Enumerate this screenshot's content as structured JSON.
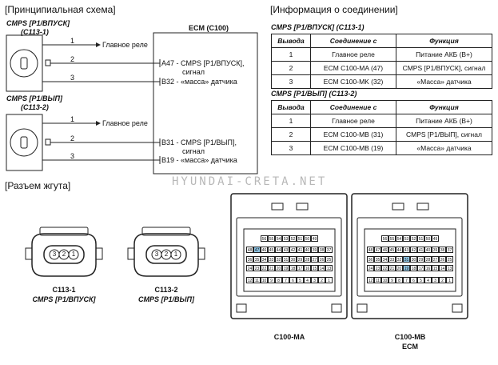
{
  "sections": {
    "schematic": "[Принципиальная схема]",
    "connection_info": "[Информация о соединении]",
    "harness": "[Разъем жгута]"
  },
  "sensors": [
    {
      "name_line1": "CMPS [P1/ВПУСК]",
      "name_line2": "(C113-1)",
      "pins": [
        "1",
        "2",
        "3"
      ],
      "pin1_label": "Главное реле"
    },
    {
      "name_line1": "CMPS [P1/ВЫП]",
      "name_line2": "(C113-2)",
      "pins": [
        "1",
        "2",
        "3"
      ],
      "pin1_label": "Главное реле"
    }
  ],
  "ecm": {
    "title": "ECM (C100)",
    "lines": [
      {
        "pin": "A47",
        "line1": "- CMPS [P1/ВПУСК],",
        "line2": "сигнал"
      },
      {
        "pin": "B32",
        "line1": "- «масса» датчика",
        "line2": ""
      },
      {
        "pin": "B31",
        "line1": "- CMPS [P1/ВЫП],",
        "line2": "сигнал"
      },
      {
        "pin": "B19",
        "line1": "- «масса» датчика",
        "line2": ""
      }
    ]
  },
  "tables": [
    {
      "title": "CMPS [P1/ВПУСК] (C113-1)",
      "headers": [
        "Вывода",
        "Соединение с",
        "Функция"
      ],
      "rows": [
        [
          "1",
          "Главное реле",
          "Питание АКБ (B+)"
        ],
        [
          "2",
          "ECM C100-MA (47)",
          "CMPS [P1/ВПУСК], сигнал"
        ],
        [
          "3",
          "ECM C100-MK (32)",
          "«Масса» датчика"
        ]
      ]
    },
    {
      "title": "CMPS [P1/ВЫП] (C113-2)",
      "headers": [
        "Вывода",
        "Соединение с",
        "Функция"
      ],
      "rows": [
        [
          "1",
          "Главное реле",
          "Питание АКБ (B+)"
        ],
        [
          "2",
          "ECM C100-MB (31)",
          "CMPS [P1/ВЫП], сигнал"
        ],
        [
          "3",
          "ECM C100-MB (19)",
          "«Масса» датчика"
        ]
      ]
    }
  ],
  "watermark": "HYUNDAI-CRETA.NET",
  "harness_connectors": [
    {
      "id": "C113-1",
      "name": "CMPS [P1/ВПУСК]",
      "pins": [
        "3",
        "2",
        "1"
      ]
    },
    {
      "id": "C113-2",
      "name": "CMPS [P1/ВЫП]",
      "pins": [
        "3",
        "2",
        "1"
      ]
    }
  ],
  "ecm_connectors": [
    {
      "id": "C100-MA",
      "subtitle": "",
      "highlight": [
        "47"
      ]
    },
    {
      "id": "C100-MB",
      "subtitle": "ECM",
      "highlight": [
        "31",
        "19"
      ]
    }
  ],
  "ecm_pin_rows": [
    [
      "56",
      "55",
      "54",
      "53",
      "52",
      "51",
      "50",
      "49"
    ],
    [
      "48",
      "47",
      "46",
      "45",
      "44",
      "43",
      "42",
      "41",
      "40",
      "39",
      "38",
      "37"
    ],
    [
      "36",
      "35",
      "34",
      "33",
      "32",
      "31",
      "30",
      "29",
      "28",
      "27",
      "26",
      "25"
    ],
    [
      "24",
      "23",
      "22",
      "21",
      "20",
      "19",
      "18",
      "17",
      "16",
      "15",
      "14",
      "13"
    ],
    [
      "12",
      "11",
      "10",
      "9",
      "8",
      "7",
      "6",
      "5",
      "4",
      "3",
      "2",
      "1"
    ]
  ],
  "colors": {
    "line": "#222222",
    "highlight": "#8fc6e6",
    "watermark": "#b8b8b8"
  }
}
